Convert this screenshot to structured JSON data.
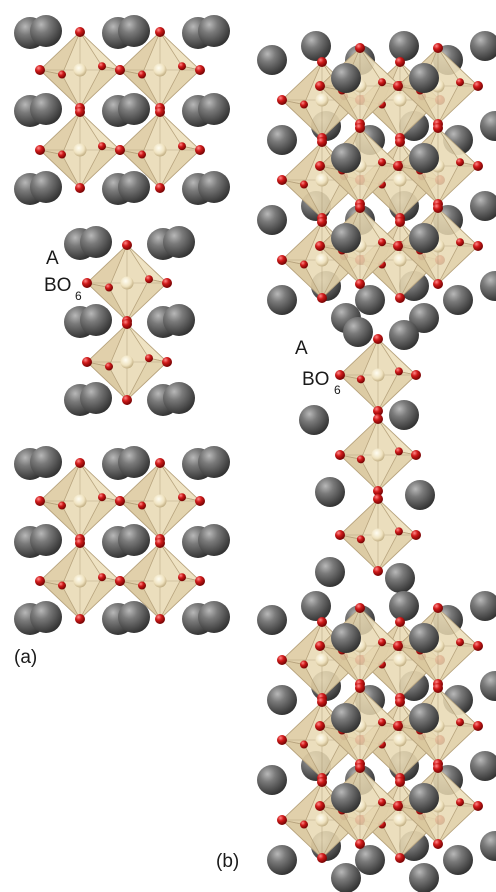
{
  "panels": {
    "a": {
      "caption": "(a)",
      "a_site_label": "A",
      "b_site_label": "BO",
      "b_site_subscript": "6"
    },
    "b": {
      "caption": "(b)",
      "a_site_label": "A",
      "b_site_label": "BO",
      "b_site_subscript": "6"
    }
  },
  "colors": {
    "a_cation": "#5c5c5c",
    "oxygen": "#c0141c",
    "b_cation": "#efe2bf",
    "octahedron_face": "#e8d8b2",
    "octahedron_edge": "#b8a47e"
  }
}
